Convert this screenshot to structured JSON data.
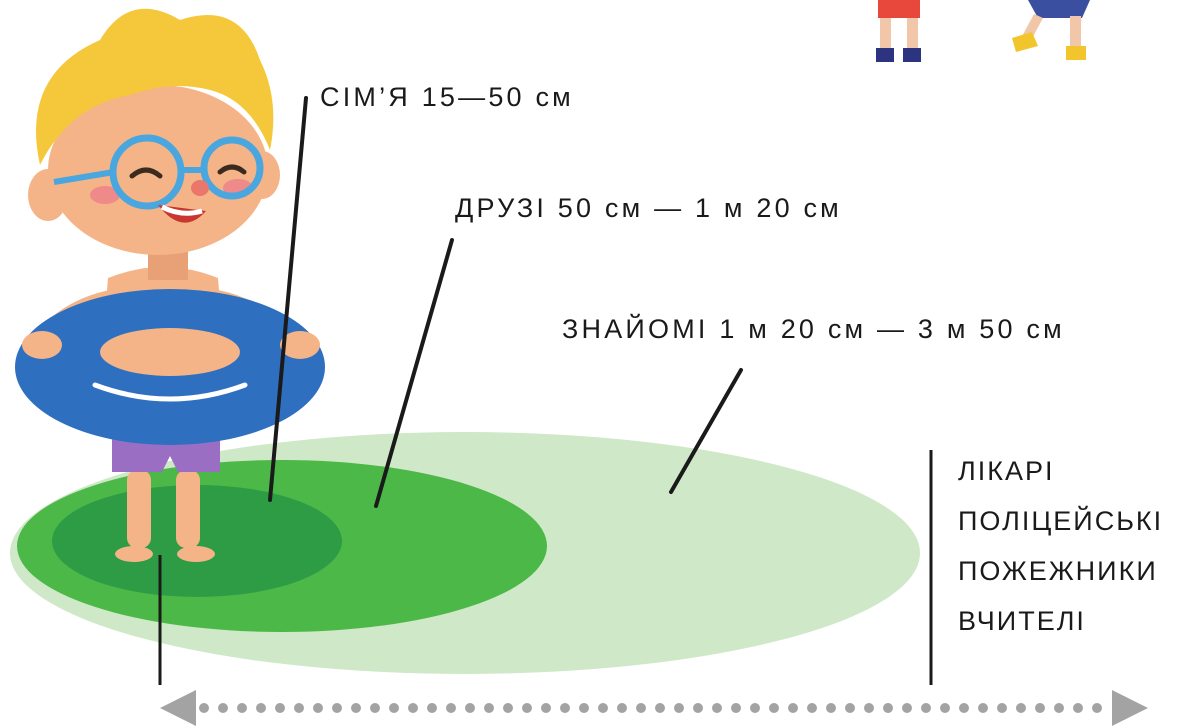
{
  "zones": {
    "family": {
      "label": "СІМ’Я 15—50 см",
      "color": "#2e9c44"
    },
    "friends": {
      "label": "ДРУЗІ 50 см — 1 м 20 см",
      "color": "#4cb848"
    },
    "acquaintances": {
      "label": "ЗНАЙОМІ 1 м 20 см — 3 м 50 см",
      "color": "#cfe8c8"
    }
  },
  "professional_group": {
    "items": [
      "ЛІКАРІ",
      "ПОЛІЦЕЙСЬКІ",
      "ПОЖЕЖНИКИ",
      "ВЧИТЕЛІ"
    ]
  },
  "icons": [
    "boy-with-swim-ring-icon",
    "children-legs-icon",
    "double-arrow-icon"
  ],
  "colors": {
    "text": "#1a1a1a",
    "leader_line": "#1a1a1a",
    "arrow": "#a3a3a3"
  }
}
